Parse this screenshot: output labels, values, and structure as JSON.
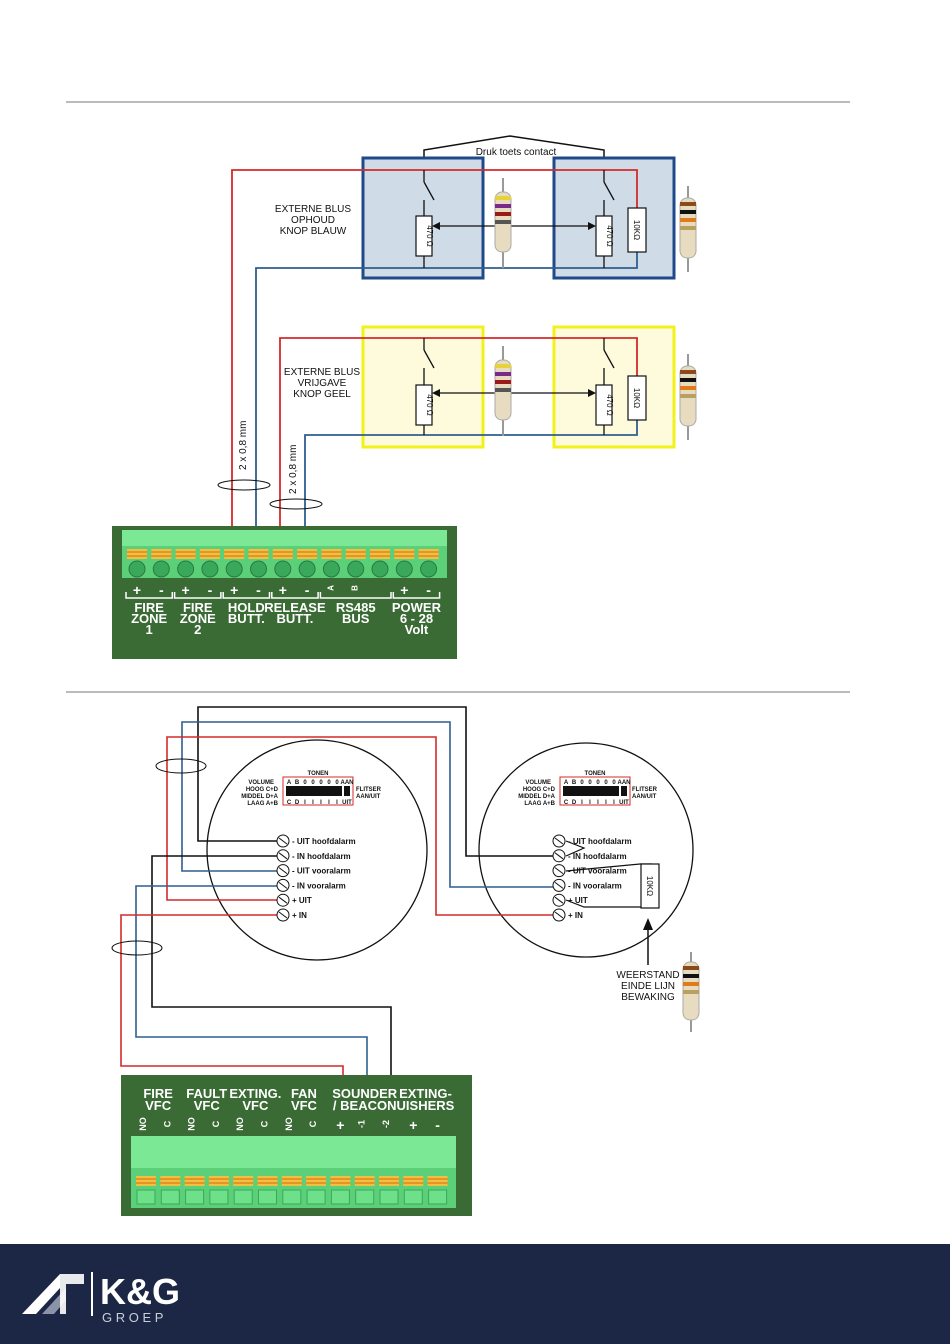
{
  "top_diagram": {
    "push_contact_label": "Druk toets contact",
    "blue_group_label": [
      "EXTERNE BLUS",
      "OPHOUD",
      "KNOP BLAUW"
    ],
    "yellow_group_label": [
      "EXTERNE BLUS",
      "VRIJGAVE",
      "KNOP GEEL"
    ],
    "resistor_470": "470 Ω",
    "resistor_10k": "10KΩ",
    "cable_label": "2 x 0,8 mm",
    "board": {
      "signs": [
        "+",
        "-",
        "+",
        "-",
        "+",
        "-",
        "+",
        "-",
        "A",
        "B",
        "",
        "+",
        "-"
      ],
      "groups": [
        {
          "lines": [
            "FIRE",
            "ZONE",
            "1"
          ]
        },
        {
          "lines": [
            "FIRE",
            "ZONE",
            "2"
          ]
        },
        {
          "lines": [
            "HOLD",
            "BUTT."
          ]
        },
        {
          "lines": [
            "RELEASE",
            "BUTT."
          ]
        },
        {
          "lines": [
            "RS485",
            "BUS"
          ]
        },
        {
          "lines": [
            "POWER",
            "6 - 28",
            "Volt"
          ]
        }
      ]
    }
  },
  "bottom_diagram": {
    "sounder": {
      "tones_label": "TONEN",
      "dip_top": [
        "A",
        "B",
        "0",
        "0",
        "0",
        "0",
        "0",
        "AAN"
      ],
      "dip_bottom": [
        "C",
        "D",
        "I",
        "I",
        "I",
        "I",
        "I",
        "UIT"
      ],
      "volume_lines": [
        "VOLUME",
        "HOOG    C+D",
        "MIDDEL D+A",
        "LAAG    A+B"
      ],
      "flitser_lines": [
        "FLITSER",
        "AAN/UIT"
      ],
      "terminals": [
        "- UIT hoofdalarm",
        "- IN hoofdalarm",
        "- UIT vooralarm",
        "- IN vooralarm",
        "+ UIT",
        "+ IN"
      ]
    },
    "resistor_10k": "10KΩ",
    "eol_label": [
      "WEERSTAND",
      "EINDE LIJN",
      "BEWAKING"
    ],
    "board": {
      "groups": [
        {
          "lines": [
            "FIRE",
            "VFC"
          ]
        },
        {
          "lines": [
            "FAULT",
            "VFC"
          ]
        },
        {
          "lines": [
            "EXTING.",
            "VFC"
          ]
        },
        {
          "lines": [
            "FAN",
            "VFC"
          ]
        },
        {
          "lines": [
            "SOUNDER",
            "/ BEACON"
          ]
        },
        {
          "lines": [
            "EXTING-",
            "UISHERS"
          ]
        }
      ],
      "pin_labels": [
        "NO",
        "C",
        "NO",
        "C",
        "NO",
        "C",
        "NO",
        "C",
        "+",
        "-1",
        "-2",
        "+",
        "-"
      ]
    }
  },
  "footer": {
    "brand": "K&G",
    "brand_sub": "G R O E P"
  },
  "colors": {
    "wire_red": "#d42a2a",
    "wire_blue": "#2f5f8f",
    "wire_black": "#111111",
    "box_blue": "#1f4a8a",
    "box_yellow": "#f2f21a",
    "board_green": "#3b6b35",
    "terminal_green": "#6ee08a",
    "footer_bg": "#1b2745"
  }
}
